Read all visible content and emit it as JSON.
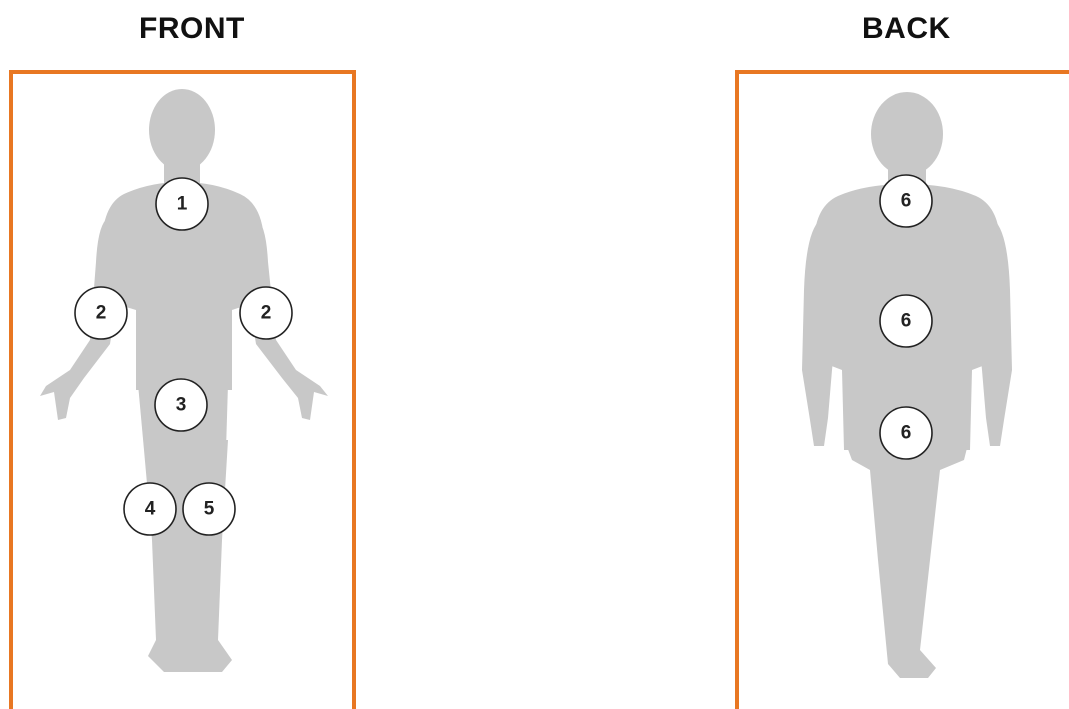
{
  "headings": {
    "front": "FRONT",
    "back": "BACK"
  },
  "colors": {
    "frame": "#e87722",
    "silhouette": "#c8c8c8",
    "marker_fill": "#ffffff",
    "marker_stroke": "#222222"
  },
  "front": {
    "markers": [
      "1",
      "2",
      "2",
      "3",
      "4",
      "5"
    ]
  },
  "back": {
    "markers": [
      "6",
      "6",
      "6"
    ]
  }
}
